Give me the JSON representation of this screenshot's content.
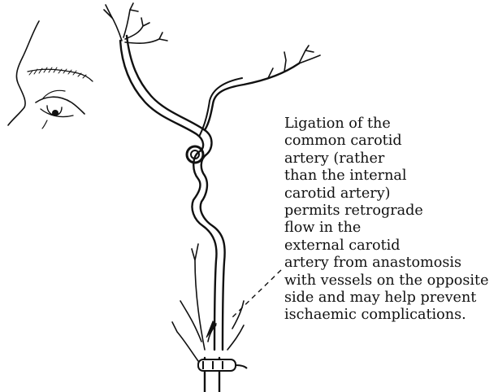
{
  "figure": {
    "caption_lines": [
      "Ligation of the",
      "common carotid",
      "artery (rather",
      "than the internal",
      "carotid artery)",
      "permits retrograde",
      "flow in the",
      "external carotid",
      "artery from anastomosis",
      "with vessels on the opposite",
      "side and may help prevent",
      "ischaemic complications."
    ],
    "ink_color": "#111111",
    "background_color": "#ffffff",
    "depicted_elements": [
      "face-profile",
      "eye",
      "internal-carotid-artery",
      "external-carotid-branches",
      "ligature-clamp",
      "leader-line"
    ]
  }
}
